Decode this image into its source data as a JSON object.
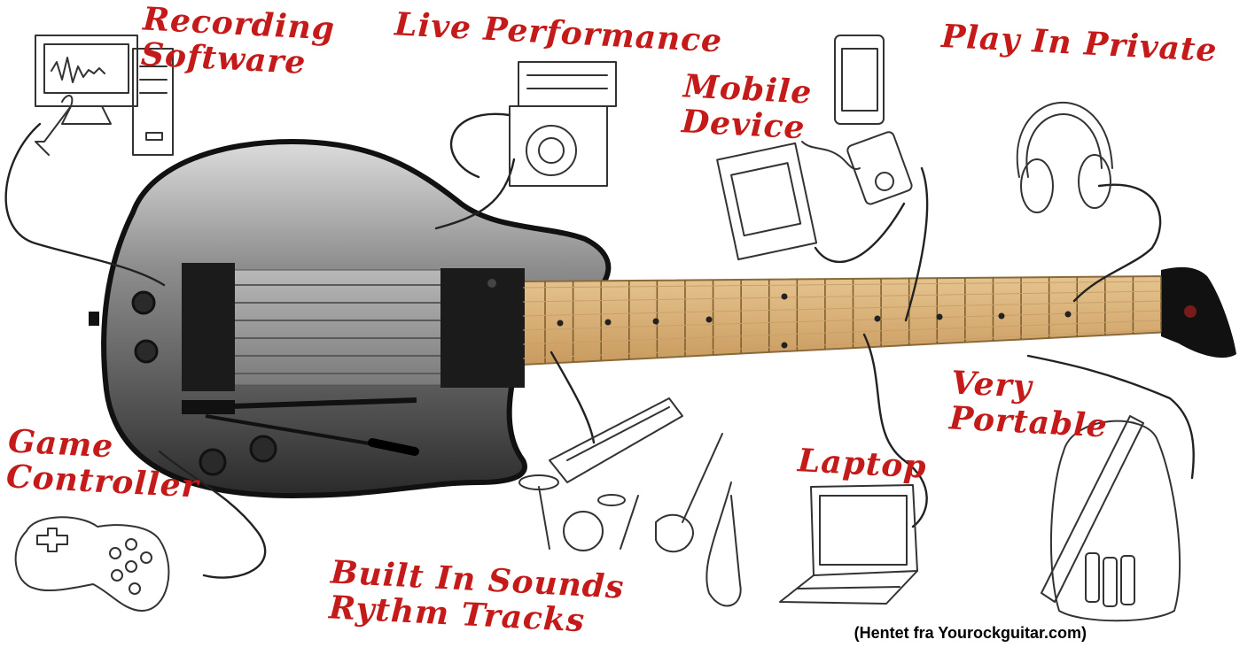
{
  "labels": {
    "recording_software": "Recording\nSoftware",
    "live_performance": "Live Performance",
    "mobile_device": "Mobile\nDevice",
    "play_in_private": "Play In Private",
    "very_portable": "Very\nPortable",
    "laptop": "Laptop",
    "game_controller": "Game\nController",
    "built_in_sounds": "Built In Sounds\nRythm Tracks"
  },
  "credit": "(Hentet fra Yourockguitar.com)",
  "colors": {
    "label_red": "#c41a1a",
    "guitar_body": "#5a5a5a",
    "fretboard": "#d9b07a"
  }
}
